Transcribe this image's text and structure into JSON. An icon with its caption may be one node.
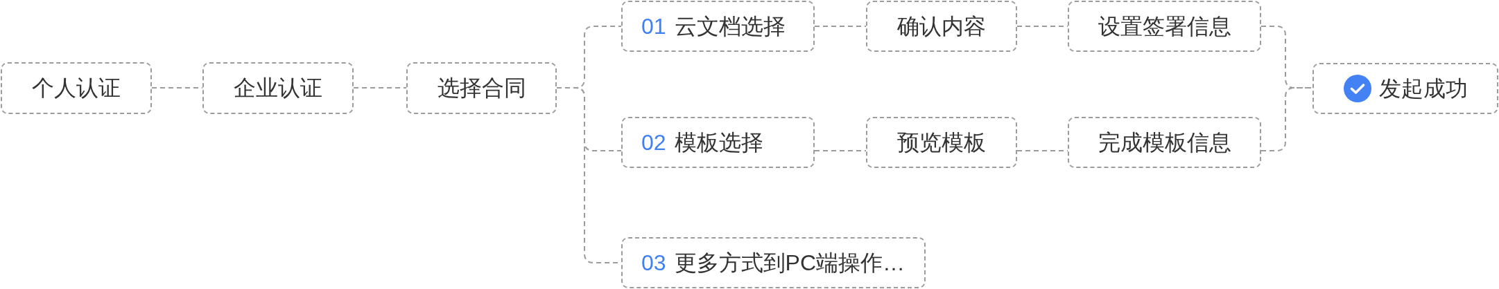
{
  "diagram": {
    "nodes": [
      {
        "text": [
          "个人认证"
        ]
      },
      {
        "text": [
          "企业认证"
        ]
      },
      {
        "text": [
          "选择合同"
        ]
      },
      {
        "text": [
          "01",
          "云文档选择"
        ]
      },
      {
        "text": [
          "确认内容"
        ]
      },
      {
        "text": [
          "设置签署信息"
        ]
      },
      {
        "text": [
          "02",
          "模板选择"
        ]
      },
      {
        "text": [
          "预览模板"
        ]
      },
      {
        "text": [
          "完成模板信息"
        ]
      },
      {
        "text": [
          "03",
          "更多方式到PC端操作…"
        ]
      },
      {
        "text": [
          "发起成功"
        ]
      }
    ],
    "edges": [
      {
        "from": 0,
        "to": 1,
        "arrow": "none",
        "style": "dashed"
      },
      {
        "from": 1,
        "to": 2,
        "arrow": "none",
        "style": "dashed"
      },
      {
        "from": 2,
        "to": 3,
        "arrow": "none",
        "style": "dashed"
      },
      {
        "from": 2,
        "to": 6,
        "arrow": "none",
        "style": "dashed"
      },
      {
        "from": 2,
        "to": 9,
        "arrow": "none",
        "style": "dashed"
      },
      {
        "from": 3,
        "to": 4,
        "arrow": "none",
        "style": "dashed"
      },
      {
        "from": 4,
        "to": 5,
        "arrow": "none",
        "style": "dashed"
      },
      {
        "from": 6,
        "to": 7,
        "arrow": "none",
        "style": "dashed"
      },
      {
        "from": 7,
        "to": 8,
        "arrow": "none",
        "style": "dashed"
      },
      {
        "from": 5,
        "to": 10,
        "arrow": "none",
        "style": "dashed"
      },
      {
        "from": 8,
        "to": 10,
        "arrow": "none",
        "style": "dashed"
      }
    ]
  }
}
